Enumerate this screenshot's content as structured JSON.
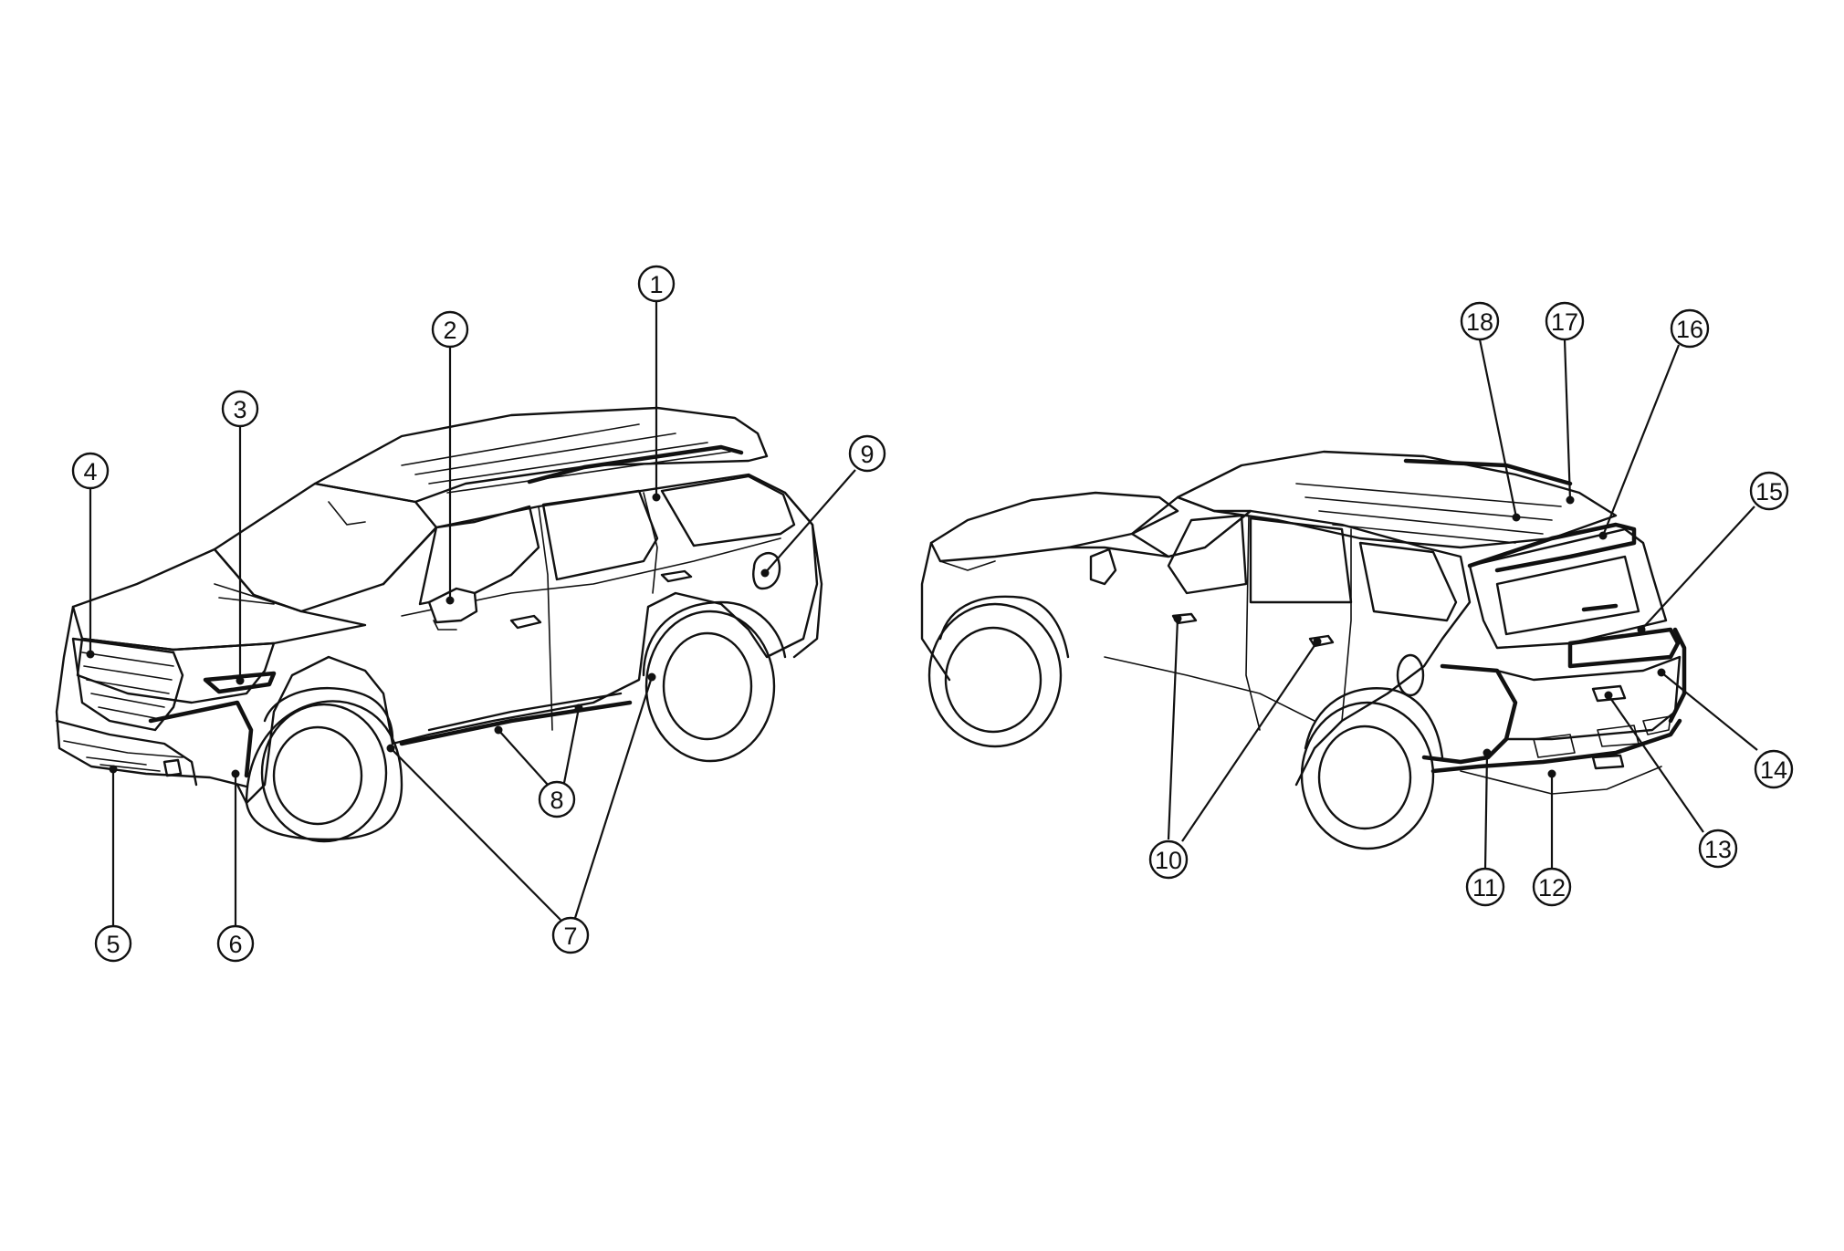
{
  "callouts": [
    {
      "n": "1"
    },
    {
      "n": "2"
    },
    {
      "n": "3"
    },
    {
      "n": "4"
    },
    {
      "n": "5"
    },
    {
      "n": "6"
    },
    {
      "n": "7"
    },
    {
      "n": "8"
    },
    {
      "n": "9"
    },
    {
      "n": "10"
    },
    {
      "n": "11"
    },
    {
      "n": "12"
    },
    {
      "n": "13"
    },
    {
      "n": "14"
    },
    {
      "n": "15"
    },
    {
      "n": "16"
    },
    {
      "n": "17"
    },
    {
      "n": "18"
    }
  ]
}
